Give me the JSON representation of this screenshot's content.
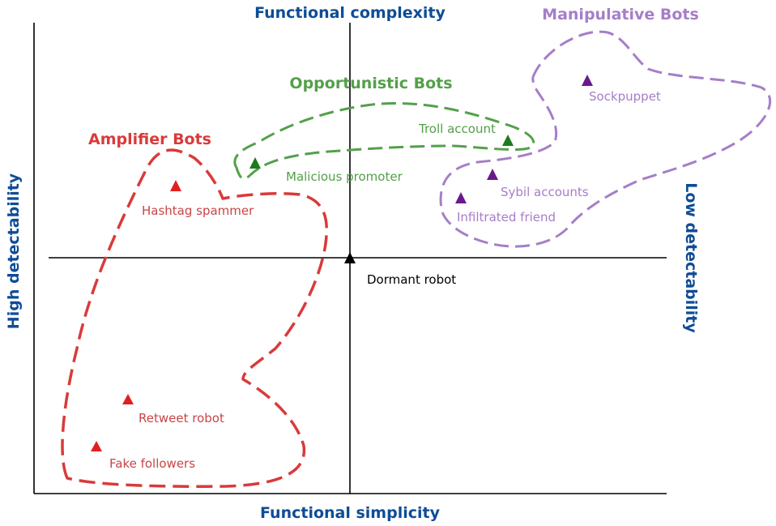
{
  "axes": {
    "top": "Functional complexity",
    "bottom": "Functional simplicity",
    "left": "High detectability",
    "right": "Low detectability",
    "axis_color": "#0e4c96"
  },
  "groups": [
    {
      "name": "Amplifier Bots",
      "color": "#d93a3a"
    },
    {
      "name": "Opportunistic Bots",
      "color": "#53a04a"
    },
    {
      "name": "Manipulative Bots",
      "color": "#a57ec8"
    }
  ],
  "points": [
    {
      "label": "Hashtag spammer",
      "group": "Amplifier Bots",
      "marker_color": "#e02020",
      "label_color": "#c84545"
    },
    {
      "label": "Retweet robot",
      "group": "Amplifier Bots",
      "marker_color": "#e02020",
      "label_color": "#c84545"
    },
    {
      "label": "Fake followers",
      "group": "Amplifier Bots",
      "marker_color": "#e02020",
      "label_color": "#c84545"
    },
    {
      "label": "Malicious promoter",
      "group": "Opportunistic Bots",
      "marker_color": "#1e7a1e",
      "label_color": "#53a04a"
    },
    {
      "label": "Troll account",
      "group": "Opportunistic Bots",
      "marker_color": "#1e7a1e",
      "label_color": "#53a04a"
    },
    {
      "label": "Sockpuppet",
      "group": "Manipulative Bots",
      "marker_color": "#6a1a8a",
      "label_color": "#a57ec8"
    },
    {
      "label": "Sybil accounts",
      "group": "Manipulative Bots",
      "marker_color": "#6a1a8a",
      "label_color": "#a57ec8"
    },
    {
      "label": "Infiltrated friend",
      "group": "Manipulative Bots",
      "marker_color": "#6a1a8a",
      "label_color": "#a57ec8"
    },
    {
      "label": "Dormant robot",
      "group": "",
      "marker_color": "#000000",
      "label_color": "#000000"
    }
  ]
}
